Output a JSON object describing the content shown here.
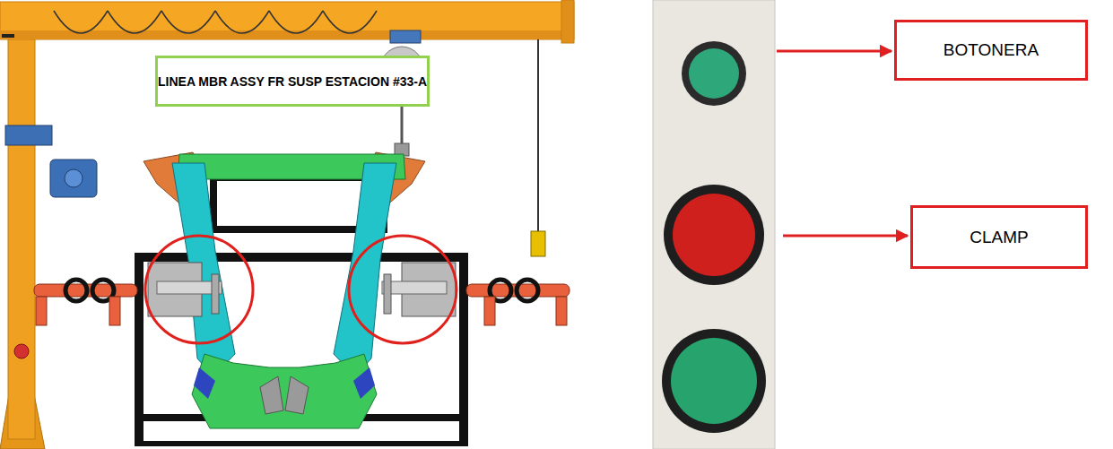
{
  "diagram": {
    "nodes": [
      {
        "text": [
          "LINEA MBR ASSY FR SUSP ESTACION #33-A"
        ]
      },
      {
        "text": [
          "BOTONERA"
        ]
      },
      {
        "text": [
          "CLAMP"
        ]
      }
    ]
  }
}
